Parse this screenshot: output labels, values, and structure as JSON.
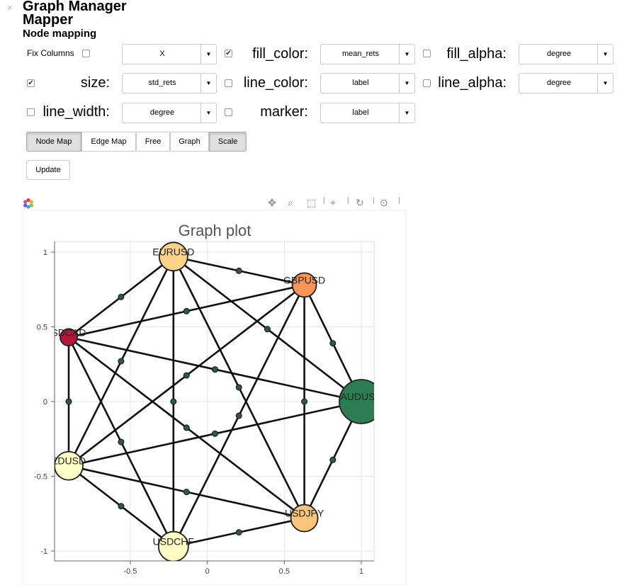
{
  "header": {
    "close": "×",
    "title_line1": "Graph Manager",
    "title_line2": "Mapper",
    "subtitle": "Node mapping"
  },
  "controls": {
    "fix_columns_label": "Fix Columns",
    "fix_columns_checked": false,
    "x_select": "X",
    "fill_color": {
      "label": "fill_color:",
      "checked": true,
      "value": "mean_rets"
    },
    "fill_alpha": {
      "label": "fill_alpha:",
      "checked": false,
      "value": "degree"
    },
    "size": {
      "label": "size:",
      "checked": true,
      "value": "std_rets"
    },
    "line_color": {
      "label": "line_color:",
      "checked": false,
      "value": "label"
    },
    "line_alpha": {
      "label": "line_alpha:",
      "checked": false,
      "value": "degree"
    },
    "line_width": {
      "label": "line_width:",
      "checked": false,
      "value": "degree"
    },
    "marker": {
      "label": "marker:",
      "checked": false,
      "value": "label"
    }
  },
  "buttons": {
    "tabs": [
      "Node Map",
      "Edge Map",
      "Free",
      "Graph",
      "Scale"
    ],
    "active": [
      "Node Map",
      "Scale"
    ],
    "update": "Update"
  },
  "toolbar_icons": [
    "pan-icon",
    "box-zoom-icon",
    "zoom-fit-icon",
    "wheel-zoom-icon",
    "reset-icon",
    "hover-icon"
  ],
  "chart_data": {
    "type": "scatter",
    "title": "Graph plot",
    "xlim": [
      -1.0,
      1.1
    ],
    "ylim": [
      -1.1,
      1.07
    ],
    "xticks": [
      -0.5,
      0,
      0.5,
      1
    ],
    "yticks": [
      -1,
      -0.5,
      0,
      0.5,
      1
    ],
    "xtick_labels": [
      "-0.5",
      "0",
      "0.5",
      "1"
    ],
    "ytick_labels": [
      "-1",
      "-0.5",
      "0",
      "0.5",
      "1"
    ],
    "grid": true,
    "nodes": [
      {
        "label": "EURUSD",
        "x": -0.22,
        "y": 0.97,
        "color": "#fdd38a",
        "size": 1.0
      },
      {
        "label": "GBPUSD",
        "x": 0.63,
        "y": 0.78,
        "color": "#f9955a",
        "size": 0.85
      },
      {
        "label": "SDCAD",
        "x": -0.9,
        "y": 0.43,
        "color": "#b5173b",
        "size": 0.6
      },
      {
        "label": "AUDUSD",
        "x": 1.0,
        "y": 0.0,
        "color": "#2e7d52",
        "size": 1.55
      },
      {
        "label": "ZDUSD",
        "x": -0.9,
        "y": -0.43,
        "color": "#ffffc8",
        "size": 1.0
      },
      {
        "label": "USDJPY",
        "x": 0.63,
        "y": -0.78,
        "color": "#fdc57a",
        "size": 0.95
      },
      {
        "label": "USDCHF",
        "x": -0.22,
        "y": -0.97,
        "color": "#fffcc4",
        "size": 1.05
      }
    ],
    "edges": [
      [
        0,
        1
      ],
      [
        0,
        2
      ],
      [
        0,
        3
      ],
      [
        0,
        4
      ],
      [
        0,
        5
      ],
      [
        0,
        6
      ],
      [
        1,
        2
      ],
      [
        1,
        3
      ],
      [
        1,
        4
      ],
      [
        1,
        6
      ],
      [
        2,
        3
      ],
      [
        2,
        4
      ],
      [
        2,
        5
      ],
      [
        2,
        6
      ],
      [
        3,
        4
      ],
      [
        3,
        5
      ],
      [
        4,
        5
      ],
      [
        4,
        6
      ],
      [
        5,
        6
      ],
      [
        1,
        5
      ]
    ]
  }
}
